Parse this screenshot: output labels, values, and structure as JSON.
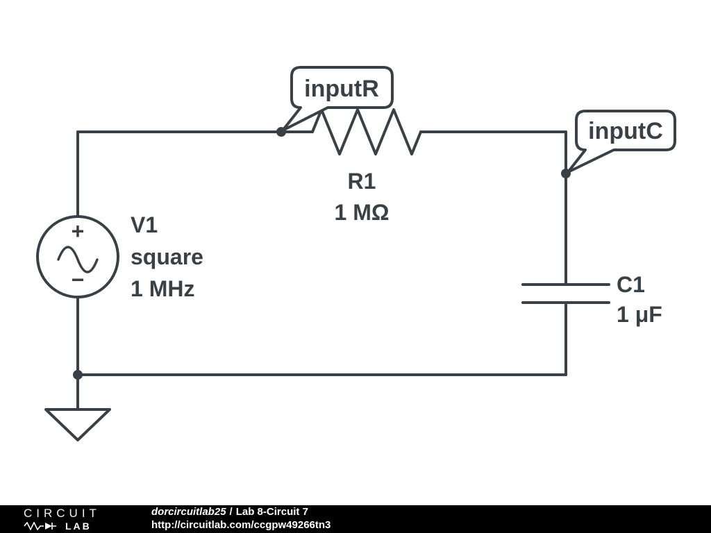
{
  "schematic": {
    "node_labels": {
      "inputR": "inputR",
      "inputC": "inputC"
    },
    "source": {
      "designator": "V1",
      "waveform": "square",
      "frequency": "1 MHz",
      "plus_sign": "+",
      "minus_sign": "−"
    },
    "resistor": {
      "designator": "R1",
      "value": "1 MΩ"
    },
    "capacitor": {
      "designator": "C1",
      "value": "1 μF"
    },
    "colors": {
      "wire": "#3a4146",
      "background": "#ffffff"
    }
  },
  "footer": {
    "logo_top": "CIRCUIT",
    "logo_bottom": "LAB",
    "author": "dorcircuitlab25",
    "separator": "/",
    "title": "Lab 8-Circuit 7",
    "url": "http://circuitlab.com/ccgpw49266tn3",
    "colors": {
      "background": "#000000",
      "text": "#ffffff"
    }
  }
}
